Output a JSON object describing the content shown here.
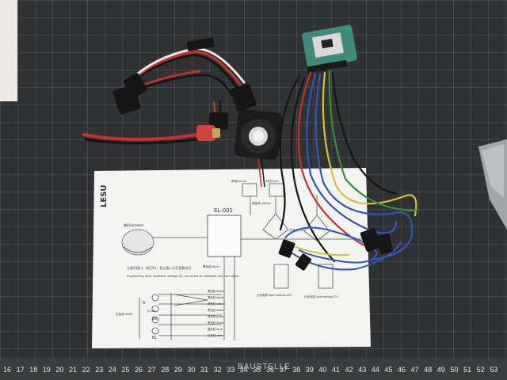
{
  "photo": {
    "subject": "wiring-kit-on-cutting-mat",
    "colors": {
      "mat": "#2f3133",
      "grid": "#6f7478",
      "paper": "#f3f3f1",
      "pcb": "#3f8a7a",
      "wire_red": "#c8302b",
      "wire_blue": "#2f56b8",
      "wire_yellow": "#d6c23a",
      "wire_black": "#151515",
      "speaker": "#1c1c1c"
    }
  },
  "sheet": {
    "brand": "LESU",
    "module": "EL-001",
    "speaker_label": "喇叭/speaker",
    "warning_cn": "工程灯接口，电压5V，禁止接入大灯及转向灯",
    "warning_en": "Engineering lamp interface, Voltage 5V, no access to headlight and turn signal",
    "top_sound": "声音/sound",
    "top_yellow": "黄色线 yellow",
    "top_turn": "转向/turn",
    "red_label": "红色线 red",
    "black_label": "黑色线 black",
    "white_label": "白色线 white",
    "led_labels": [
      "A",
      "BR",
      "BL",
      "S-12R"
    ],
    "wire_rows": [
      "黑色线 black",
      "黑色线 black",
      "黄色线 yellow",
      "黑色线 black",
      "绿色线 green",
      "黑色线 black",
      "蓝色线 blue",
      "白色线 white"
    ],
    "esc_left": "行走电调 right walking ECS",
    "esc_right": "行走电调 Left walking ECS"
  },
  "ruler": {
    "numbers": [
      "16",
      "17",
      "18",
      "19",
      "20",
      "21",
      "22",
      "23",
      "24",
      "25",
      "26",
      "27",
      "28",
      "29",
      "30",
      "31",
      "32",
      "33",
      "34",
      "35",
      "36",
      "37",
      "38",
      "39",
      "40",
      "41",
      "42",
      "43",
      "44",
      "45",
      "46",
      "47",
      "48",
      "49",
      "50",
      "51",
      "52",
      "53"
    ]
  },
  "watermark": {
    "text": "BAUSTELLE"
  }
}
